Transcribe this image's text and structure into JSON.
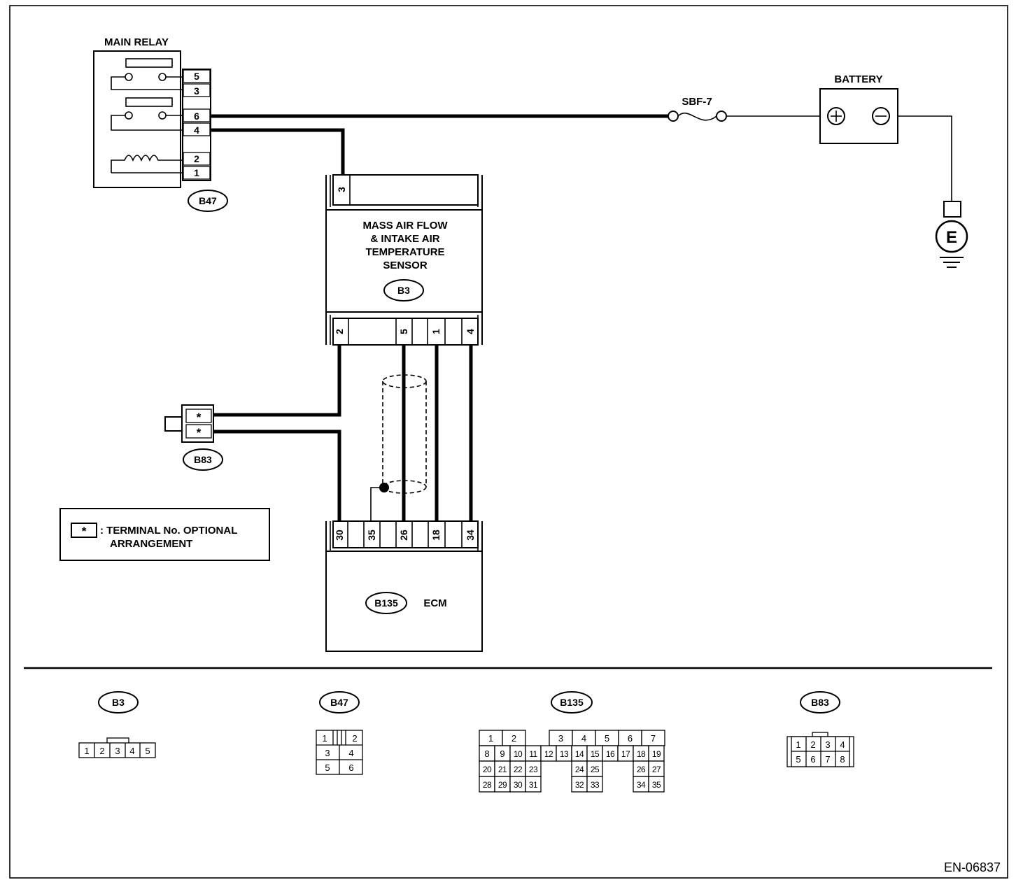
{
  "main_relay": {
    "title": "MAIN RELAY",
    "connector": "B47",
    "pins": [
      "5",
      "3",
      "6",
      "4",
      "2",
      "1"
    ]
  },
  "fuse": {
    "label": "SBF-7"
  },
  "battery": {
    "title": "BATTERY",
    "ground_label": "E"
  },
  "maf_sensor": {
    "title_lines": [
      "MASS AIR FLOW",
      "& INTAKE AIR",
      "TEMPERATURE",
      "SENSOR"
    ],
    "connector": "B3",
    "top_pin": "3",
    "bottom_pins": [
      "2",
      "5",
      "1",
      "4"
    ]
  },
  "b83": {
    "connector": "B83",
    "pins": [
      "*",
      "*"
    ]
  },
  "legend": {
    "symbol": "*",
    "text_line1": ": TERMINAL No. OPTIONAL",
    "text_line2": "ARRANGEMENT"
  },
  "ecm": {
    "connector": "B135",
    "title": "ECM",
    "pins": [
      "30",
      "35",
      "26",
      "18",
      "34"
    ]
  },
  "connector_views": {
    "b3": {
      "label": "B3",
      "pins": [
        "1",
        "2",
        "3",
        "4",
        "5"
      ]
    },
    "b47": {
      "label": "B47",
      "rows": [
        [
          "1",
          "2"
        ],
        [
          "3",
          "4"
        ],
        [
          "5",
          "6"
        ]
      ]
    },
    "b135": {
      "label": "B135",
      "rows": [
        [
          "1",
          "2",
          "",
          "3",
          "4",
          "5",
          "6",
          "7"
        ],
        [
          "8",
          "9",
          "10",
          "11",
          "12",
          "13",
          "14",
          "15",
          "16",
          "17",
          "18",
          "19"
        ],
        [
          "20",
          "21",
          "22",
          "23",
          "",
          "",
          "24",
          "25",
          "",
          "",
          "26",
          "27"
        ],
        [
          "28",
          "29",
          "30",
          "31",
          "",
          "",
          "32",
          "33",
          "",
          "",
          "34",
          "35"
        ]
      ]
    },
    "b83": {
      "label": "B83",
      "rows": [
        [
          "1",
          "2",
          "3",
          "4"
        ],
        [
          "5",
          "6",
          "7",
          "8"
        ]
      ]
    }
  },
  "footer": {
    "code": "EN-06837"
  }
}
